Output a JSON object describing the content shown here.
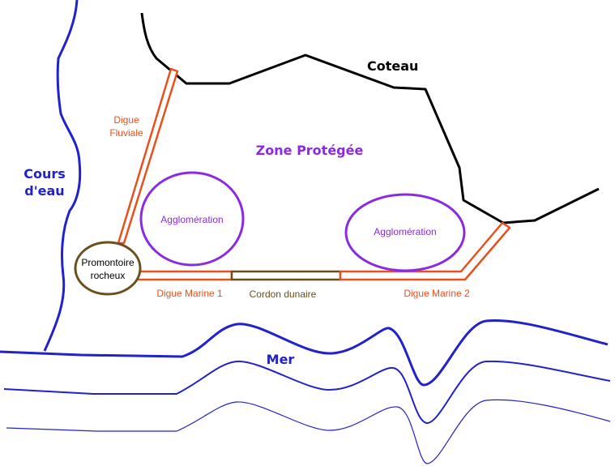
{
  "colors": {
    "coteau": "#000000",
    "water": "#2222cc",
    "digue": "#e8501e",
    "agglo": "#8a2be2",
    "zone": "#8a2be2",
    "promontoire": "#6b4f1d",
    "cordon": "#6b4f1d",
    "background": "#ffffff"
  },
  "labels": {
    "coteau": "Coteau",
    "zone_protegee": "Zone Protégée",
    "cours_eau_line1": "Cours",
    "cours_eau_line2": "d'eau",
    "digue_fluviale_line1": "Digue",
    "digue_fluviale_line2": "Fluviale",
    "agglomeration_1": "Agglomération",
    "agglomeration_2": "Agglomération",
    "promontoire_line1": "Promontoire",
    "promontoire_line2": "rocheux",
    "digue_marine_1": "Digue Marine 1",
    "cordon_dunaire": "Cordon dunaire",
    "digue_marine_2": "Digue Marine 2",
    "mer": "Mer"
  }
}
